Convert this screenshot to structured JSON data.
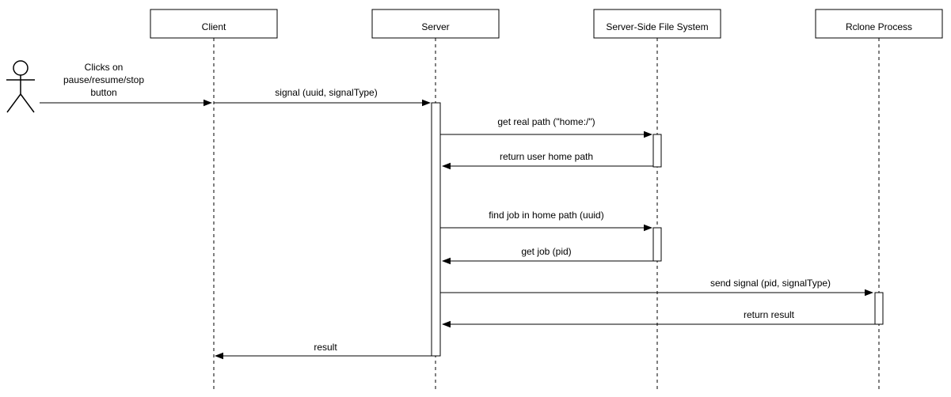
{
  "diagram": {
    "kind": "uml-sequence-diagram",
    "colors": {
      "background": "#ffffff",
      "line": "#000000",
      "text": "#000000",
      "box_fill": "#ffffff"
    },
    "participants": [
      {
        "id": "user",
        "kind": "actor",
        "label": ""
      },
      {
        "id": "client",
        "kind": "object",
        "label": "Client"
      },
      {
        "id": "server",
        "kind": "object",
        "label": "Server"
      },
      {
        "id": "filesystem",
        "kind": "object",
        "label": "Server-Side File System"
      },
      {
        "id": "rclone",
        "kind": "object",
        "label": "Rclone Process"
      }
    ],
    "messages": [
      {
        "from": "user",
        "to": "client",
        "label_lines": [
          "Clicks on",
          "pause/resume/stop",
          "button"
        ]
      },
      {
        "from": "client",
        "to": "server",
        "label": "signal (uuid, signalType)"
      },
      {
        "from": "server",
        "to": "filesystem",
        "label": "get real path (\"home:/\")"
      },
      {
        "from": "filesystem",
        "to": "server",
        "label": "return user home path"
      },
      {
        "from": "server",
        "to": "filesystem",
        "label": "find job in home path (uuid)"
      },
      {
        "from": "filesystem",
        "to": "server",
        "label": "get job (pid)"
      },
      {
        "from": "server",
        "to": "rclone",
        "label": "send signal (pid, signalType)"
      },
      {
        "from": "rclone",
        "to": "server",
        "label": "return result"
      },
      {
        "from": "server",
        "to": "client",
        "label": "result"
      }
    ]
  }
}
